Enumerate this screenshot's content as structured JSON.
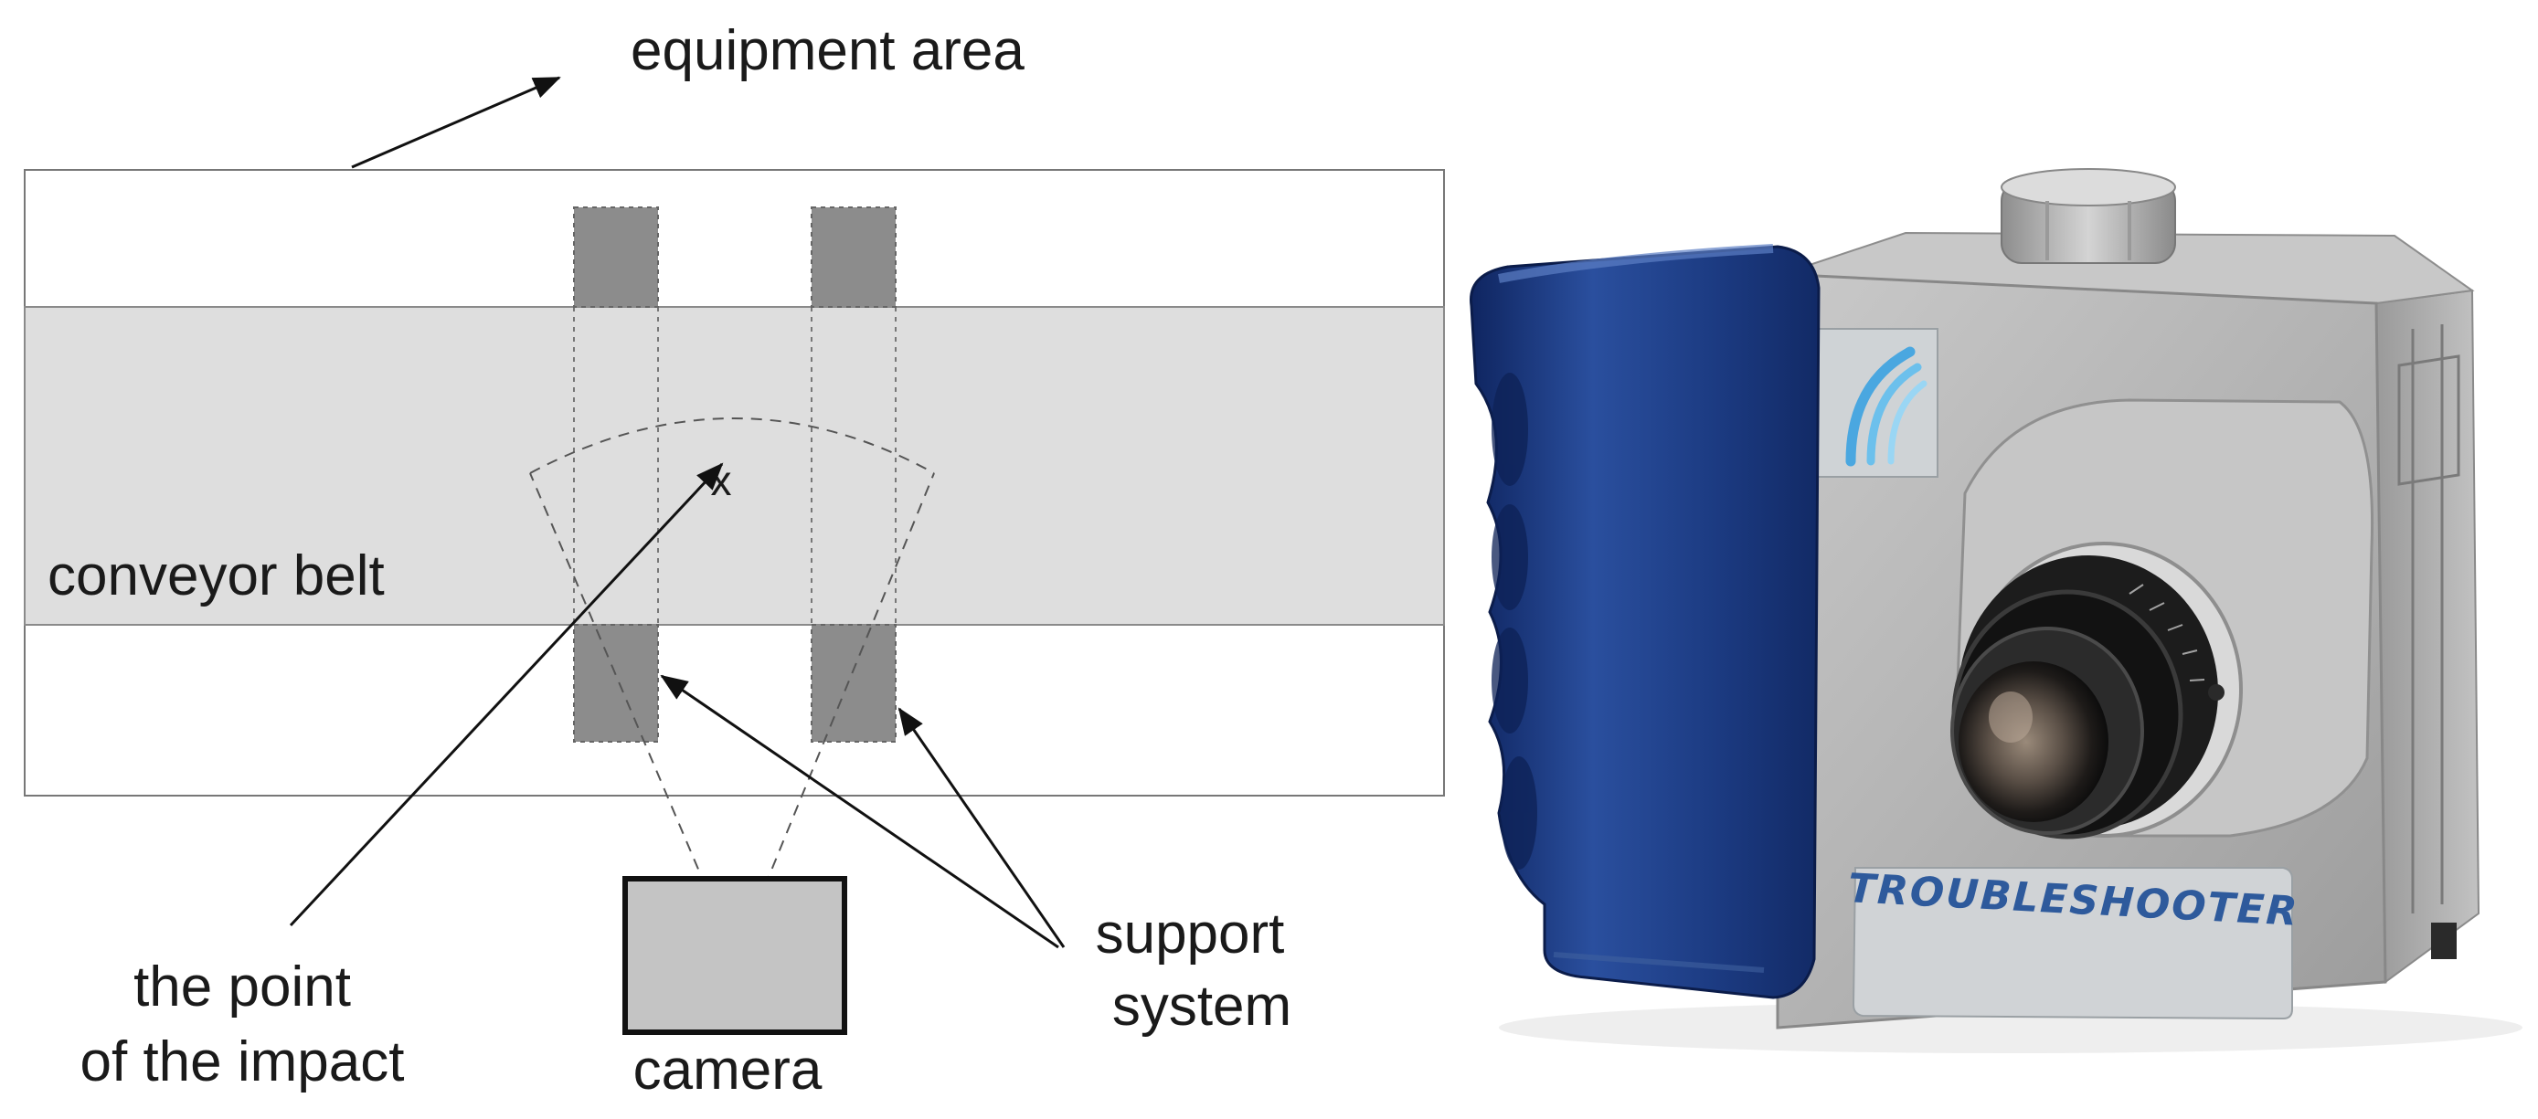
{
  "diagram": {
    "labels": {
      "equipment_area": "equipment area",
      "conveyor_belt": "conveyor belt",
      "impact_line1": "the point",
      "impact_line2": "of the impact",
      "camera": "camera",
      "support_line1": "support",
      "support_line2": "system"
    },
    "impact_marker": "x"
  },
  "photo": {
    "brand_text": "TROUBLESHOOTER"
  },
  "colors": {
    "belt": "#dedede",
    "support": "#8c8c8c",
    "camera_box": "#c4c4c4",
    "grip_blue": "#1f3f88",
    "body_silver": "#b4b4b4"
  }
}
